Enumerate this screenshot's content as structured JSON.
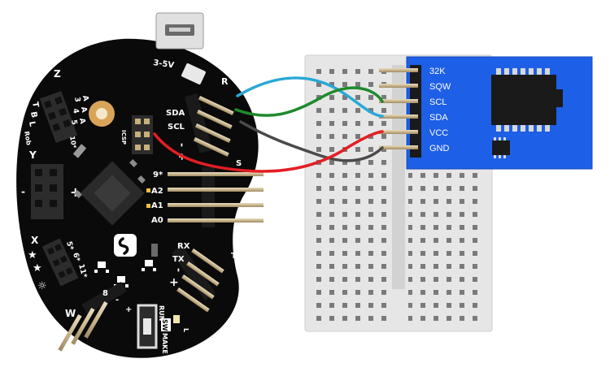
{
  "board": {
    "usb_voltage": "3-5V",
    "left_header_letters": [
      "Z",
      "T",
      "B",
      "L",
      "Rob"
    ],
    "left_header_labels": [
      "3",
      "A",
      "4",
      "A",
      "5",
      "A",
      "10*"
    ],
    "y_header": {
      "letter": "Y",
      "sign": "-",
      "plus": "+"
    },
    "x_header": {
      "letter": "X",
      "labels": [
        "5*",
        "6*",
        "11*"
      ]
    },
    "w_header": {
      "letter": "W",
      "pins": [
        "8",
        "-",
        "+"
      ]
    },
    "icsp_label": "ICSP",
    "r_header": {
      "letter": "R",
      "labels": [
        "SDA",
        "SCL",
        "-",
        "+"
      ]
    },
    "s_header": {
      "letter": "S",
      "labels": [
        "9*",
        "A2",
        "A1",
        "A0"
      ]
    },
    "t_header": {
      "letter": "T",
      "labels": [
        "RX",
        "TX",
        "-",
        "+"
      ]
    },
    "switch": {
      "left_label": "RUN",
      "middle_label": "SW",
      "right_label": "MAKE",
      "led_label": "L"
    }
  },
  "module": {
    "pins": [
      "32K",
      "SQW",
      "SCL",
      "SDA",
      "VCC",
      "GND"
    ]
  },
  "wires": [
    {
      "from": "SDA",
      "to": "SDA",
      "color": "#29a8d6"
    },
    {
      "from": "SCL",
      "to": "SCL",
      "color": "#1e8a2e"
    },
    {
      "from": "-",
      "to": "GND",
      "color": "#4a4a4a"
    },
    {
      "from": "+",
      "to": "VCC",
      "color": "#e31e24"
    }
  ],
  "colors": {
    "board": "#0a0a0a",
    "module": "#1d5fe6",
    "breadboard": "#e6e6e6"
  }
}
